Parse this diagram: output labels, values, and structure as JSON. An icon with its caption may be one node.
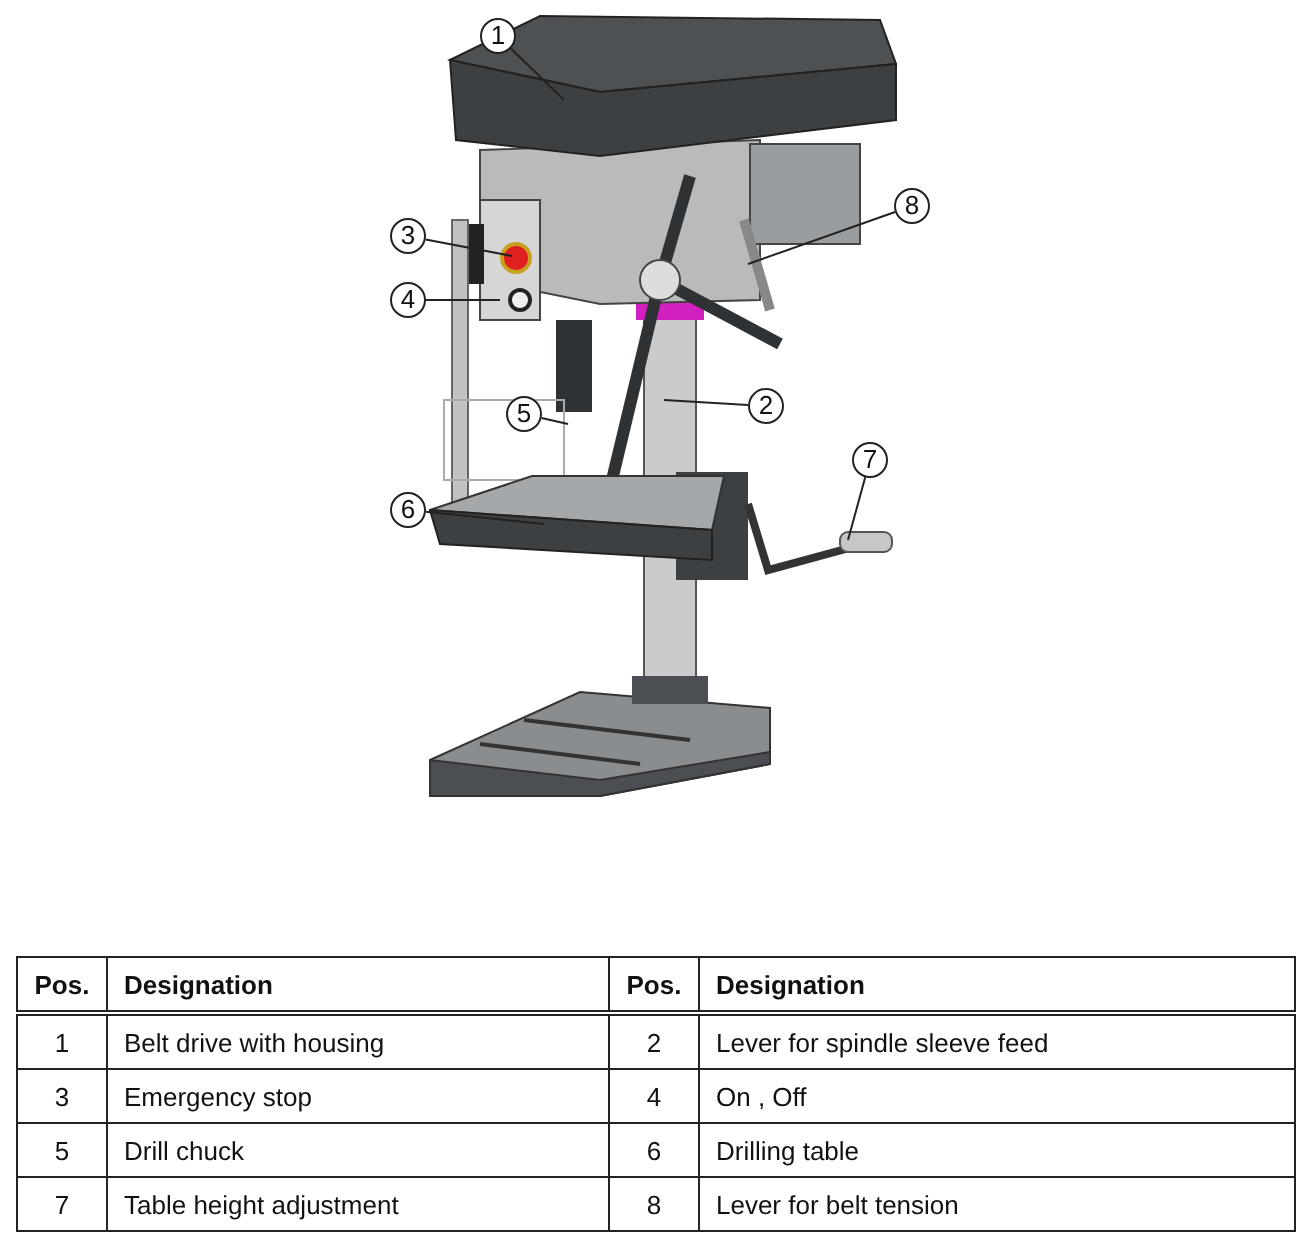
{
  "diagram": {
    "nodes": [
      {
        "text": [
          "1"
        ]
      },
      {
        "text": [
          "8"
        ]
      },
      {
        "text": [
          "3"
        ]
      },
      {
        "text": [
          "4"
        ]
      },
      {
        "text": [
          "2"
        ]
      },
      {
        "text": [
          "5"
        ]
      },
      {
        "text": [
          "7"
        ]
      },
      {
        "text": [
          "6"
        ]
      }
    ],
    "edges": [
      {
        "from": 0,
        "to": null,
        "arrow": "none"
      },
      {
        "from": 1,
        "to": null,
        "arrow": "none"
      },
      {
        "from": 2,
        "to": null,
        "arrow": "none"
      },
      {
        "from": 3,
        "to": null,
        "arrow": "none"
      },
      {
        "from": 4,
        "to": null,
        "arrow": "none"
      },
      {
        "from": 5,
        "to": null,
        "arrow": "none"
      },
      {
        "from": 6,
        "to": null,
        "arrow": "none"
      },
      {
        "from": 7,
        "to": null,
        "arrow": "none"
      }
    ],
    "labels": [
      "Pos.",
      "Designation",
      "Pos.",
      "Designation",
      "1",
      "Belt drive with housing",
      "2",
      "Lever for spindle sleeve feed",
      "3",
      "Emergency stop",
      "4",
      "On , Off",
      "5",
      "Drill chuck",
      "6",
      "Drilling table",
      "7",
      "Table height adjustment",
      "8",
      "Lever for belt tension"
    ]
  }
}
